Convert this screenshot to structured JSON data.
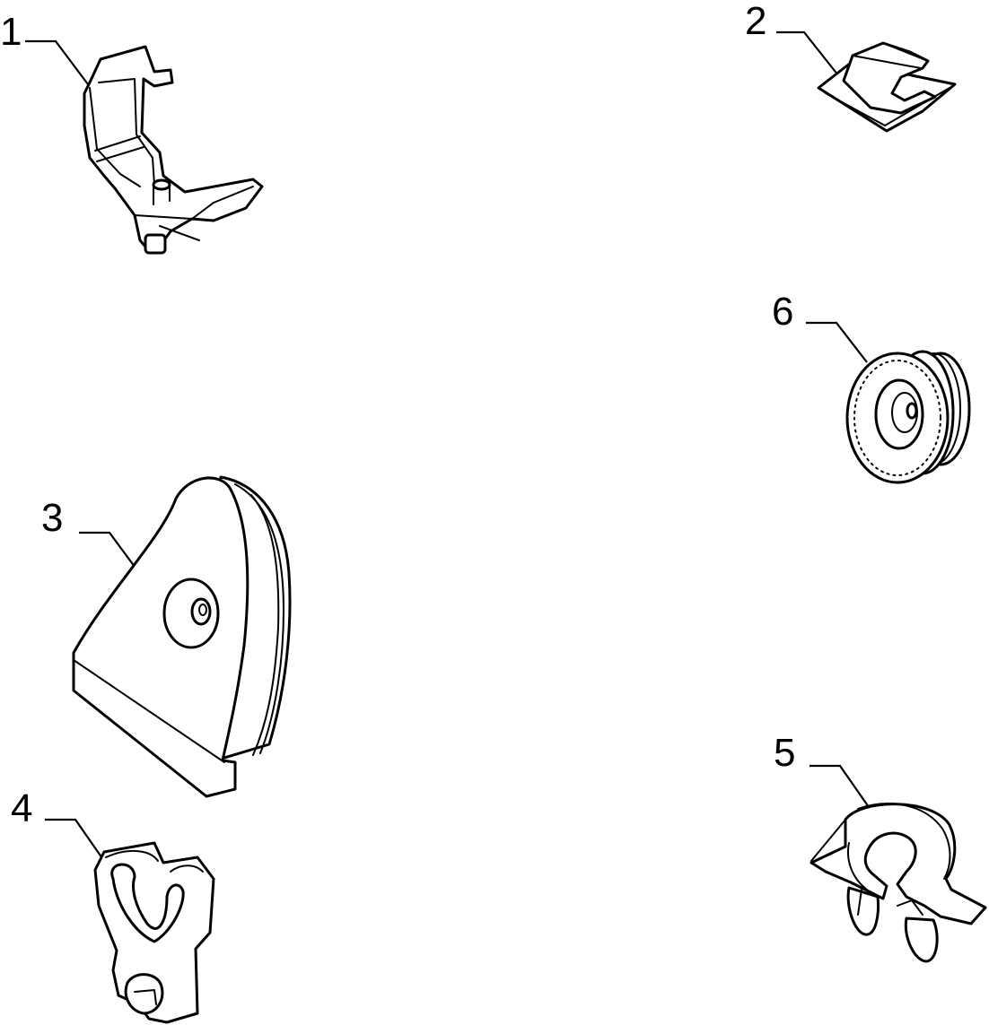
{
  "parts": [
    {
      "number": "1",
      "icon": "bracket-clip-icon"
    },
    {
      "number": "2",
      "icon": "adhesive-cable-clip-icon"
    },
    {
      "number": "3",
      "icon": "cable-grommet-icon"
    },
    {
      "number": "4",
      "icon": "double-hose-clip-icon"
    },
    {
      "number": "5",
      "icon": "pipe-retaining-clip-icon"
    },
    {
      "number": "6",
      "icon": "round-grommet-icon"
    }
  ]
}
